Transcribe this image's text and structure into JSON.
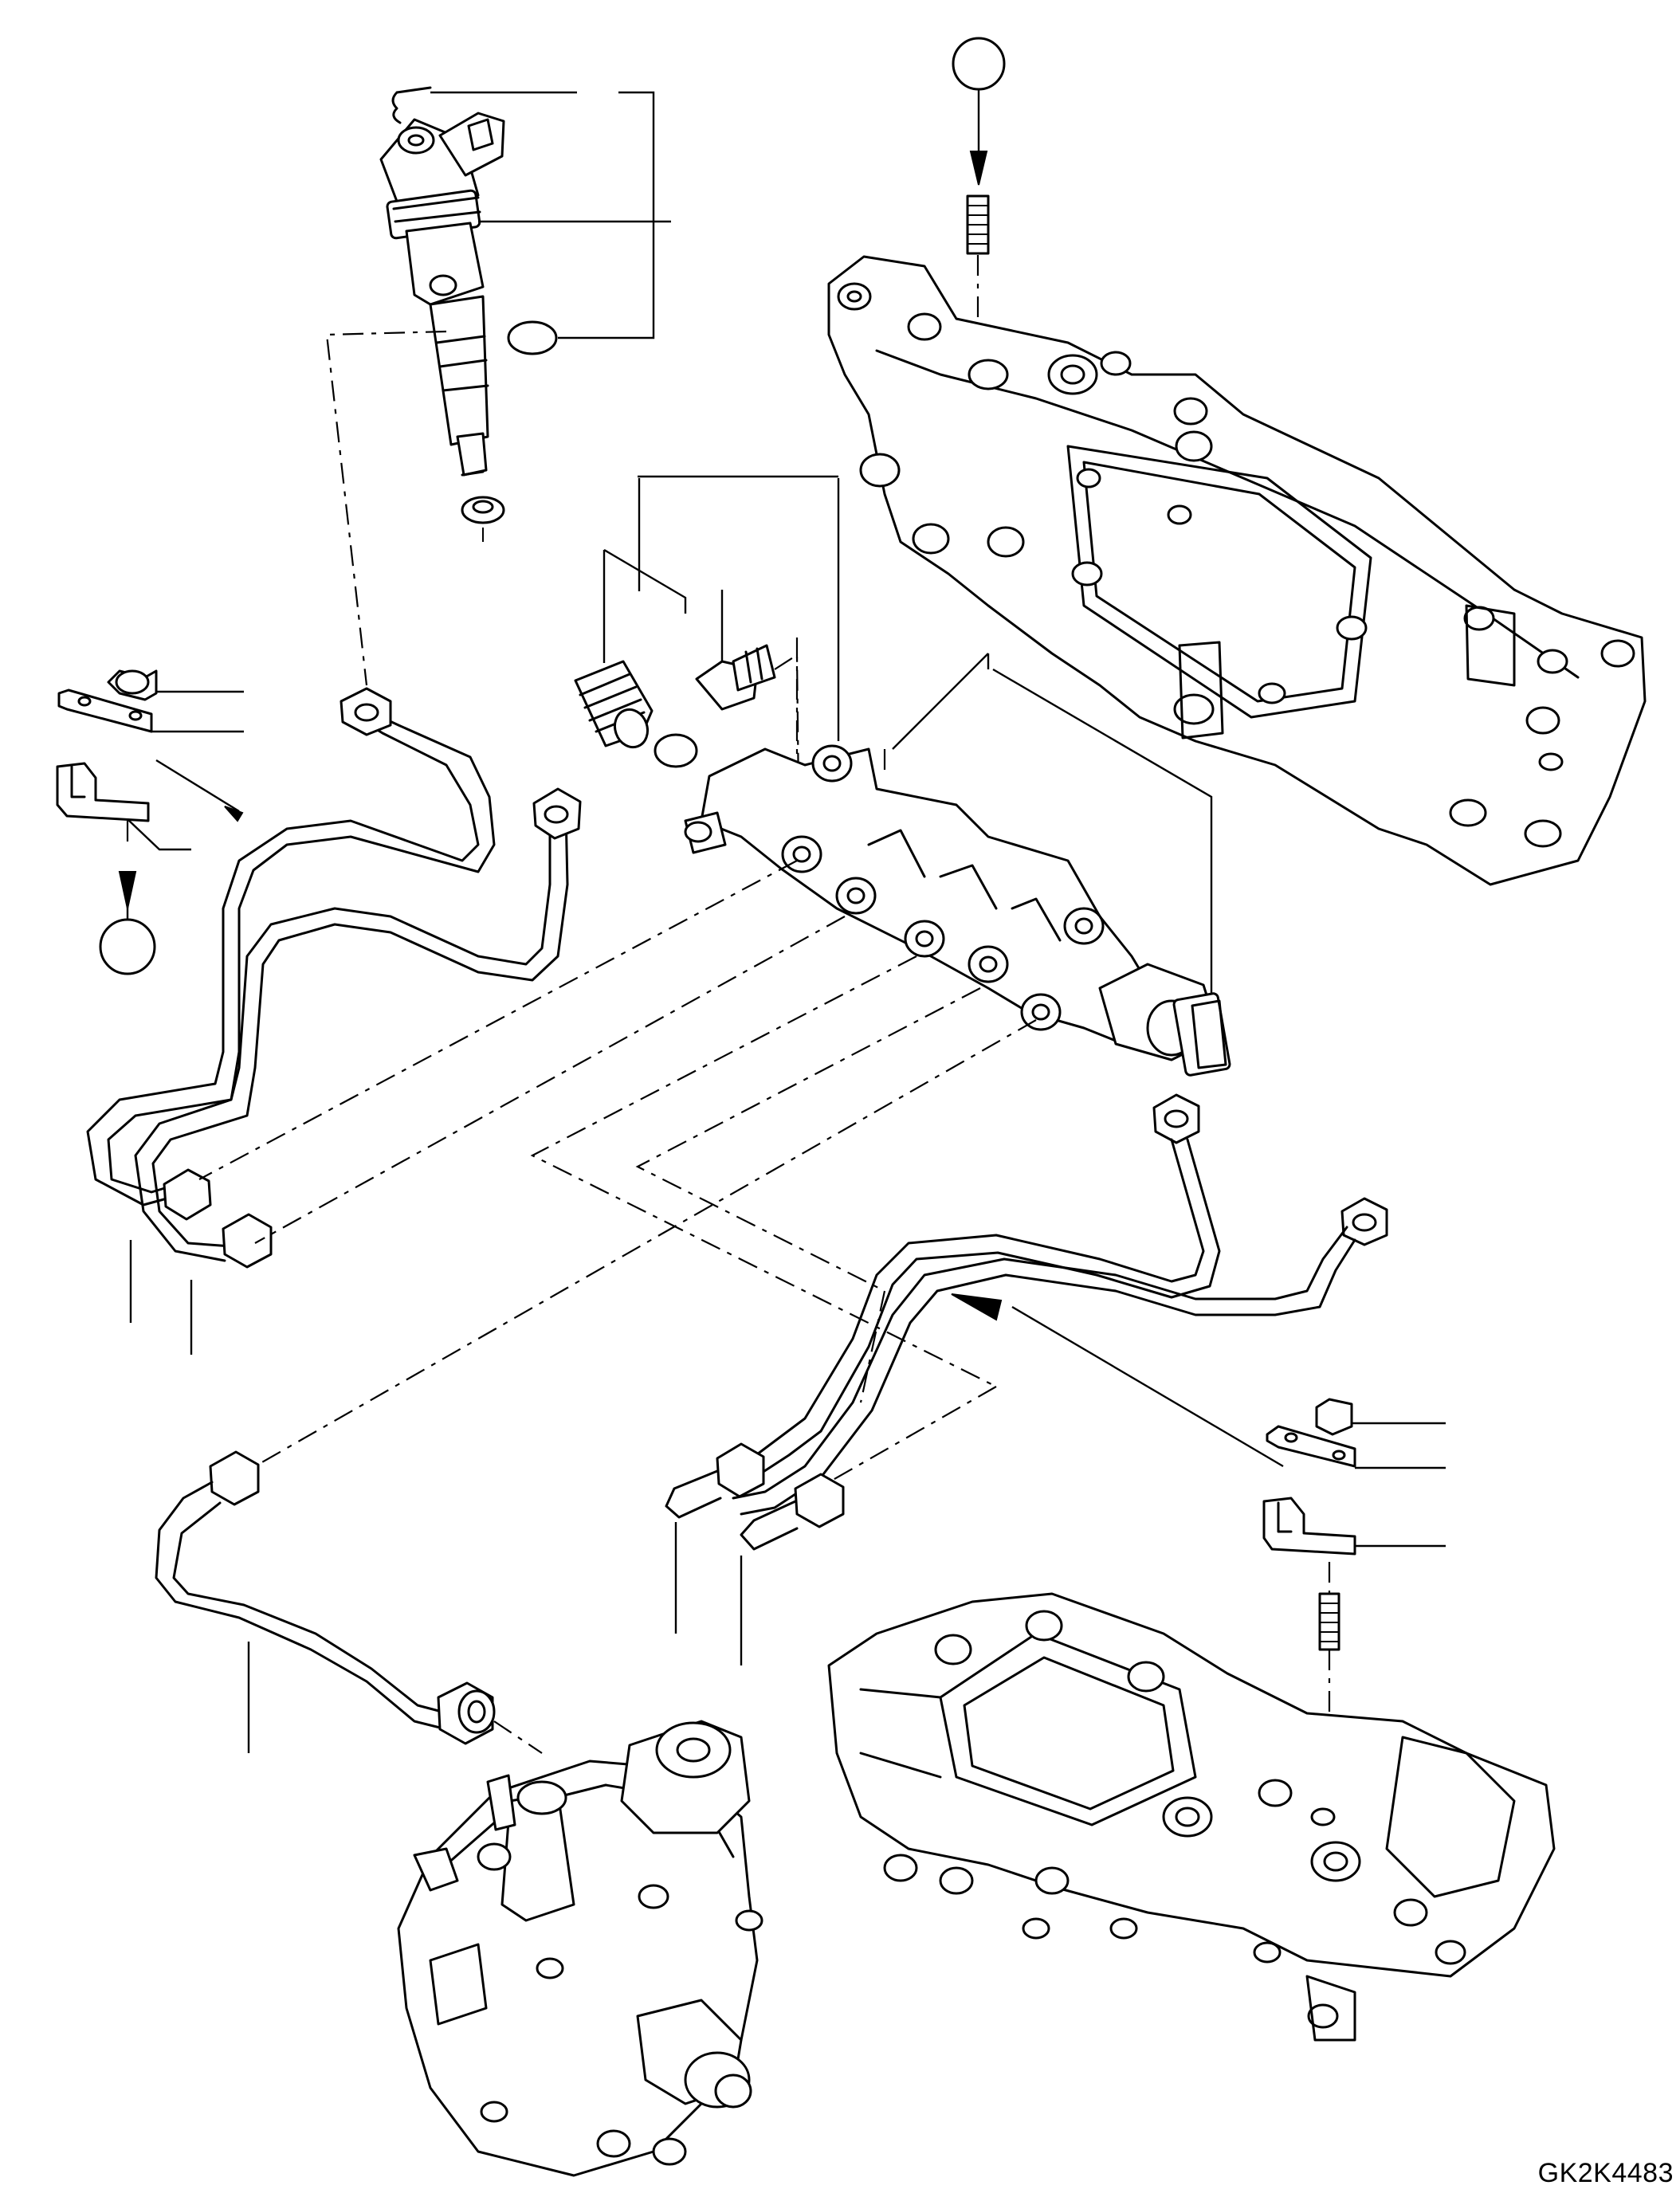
{
  "drawing": {
    "reference_code": "GK2K4483",
    "parts": [
      {
        "id": "injector",
        "icon": "fuel-injector"
      },
      {
        "id": "injector-seal",
        "icon": "washer"
      },
      {
        "id": "injector-oring",
        "icon": "o-ring"
      },
      {
        "id": "common-rail",
        "icon": "fuel-rail"
      },
      {
        "id": "pressure-limiter-valve",
        "icon": "valve"
      },
      {
        "id": "rail-bolt",
        "icon": "bolt"
      },
      {
        "id": "rail-pressure-sensor",
        "icon": "sensor"
      },
      {
        "id": "injection-pipe-left-1",
        "icon": "pipe"
      },
      {
        "id": "injection-pipe-left-2",
        "icon": "pipe"
      },
      {
        "id": "injection-pipe-right-1",
        "icon": "pipe"
      },
      {
        "id": "injection-pipe-right-2",
        "icon": "pipe"
      },
      {
        "id": "pump-to-rail-pipe",
        "icon": "pipe"
      },
      {
        "id": "pipe-clamp-left",
        "icon": "clamp"
      },
      {
        "id": "pipe-clamp-right",
        "icon": "clamp"
      },
      {
        "id": "stud-top",
        "icon": "stud"
      },
      {
        "id": "stud-right",
        "icon": "stud"
      },
      {
        "id": "intake-manifold-upper",
        "icon": "manifold"
      },
      {
        "id": "intake-manifold-lower",
        "icon": "manifold"
      },
      {
        "id": "high-pressure-pump",
        "icon": "pump"
      }
    ]
  }
}
